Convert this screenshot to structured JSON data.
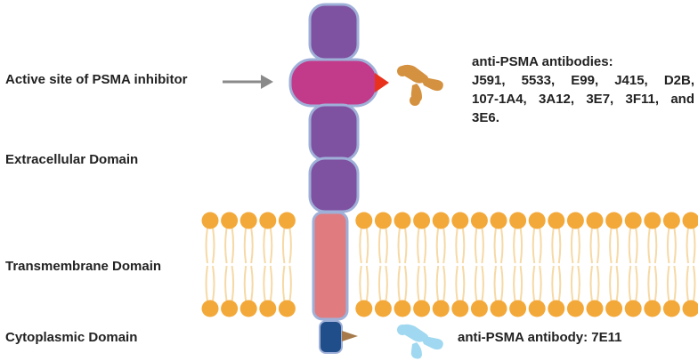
{
  "labels": {
    "active_site": "Active site of PSMA inhibitor",
    "extracellular": "Extracellular Domain",
    "transmembrane": "Transmembrane Domain",
    "cytoplasmic": "Cytoplasmic Domain"
  },
  "antibodies_top": {
    "line1": "anti-PSMA antibodies:",
    "line2": [
      "J591,",
      "5533,",
      "E99,",
      "J415,",
      "D2B,"
    ],
    "line3": [
      "107-1A4,",
      "3A12,",
      "3E7,",
      "3F11,",
      "and"
    ],
    "line4": "3E6."
  },
  "antibody_bottom": "anti-PSMA antibody: 7E11",
  "colors": {
    "purple_domain": "#7f51a1",
    "magenta_domain": "#c23a8a",
    "outline": "#9fb0d8",
    "transmembrane": "#e07b80",
    "cytoplasmic": "#1f4e8a",
    "lipid_head": "#f3a93a",
    "lipid_tail": "#f6d9a5",
    "antibody_orange": "#d4913f",
    "antibody_blue": "#9fd8f0",
    "inhibitor_red": "#e8321c",
    "arrow_gray": "#8a8a8a"
  },
  "icons": [
    "arrow-right-icon",
    "antibody-icon",
    "inhibitor-triangle-icon"
  ]
}
